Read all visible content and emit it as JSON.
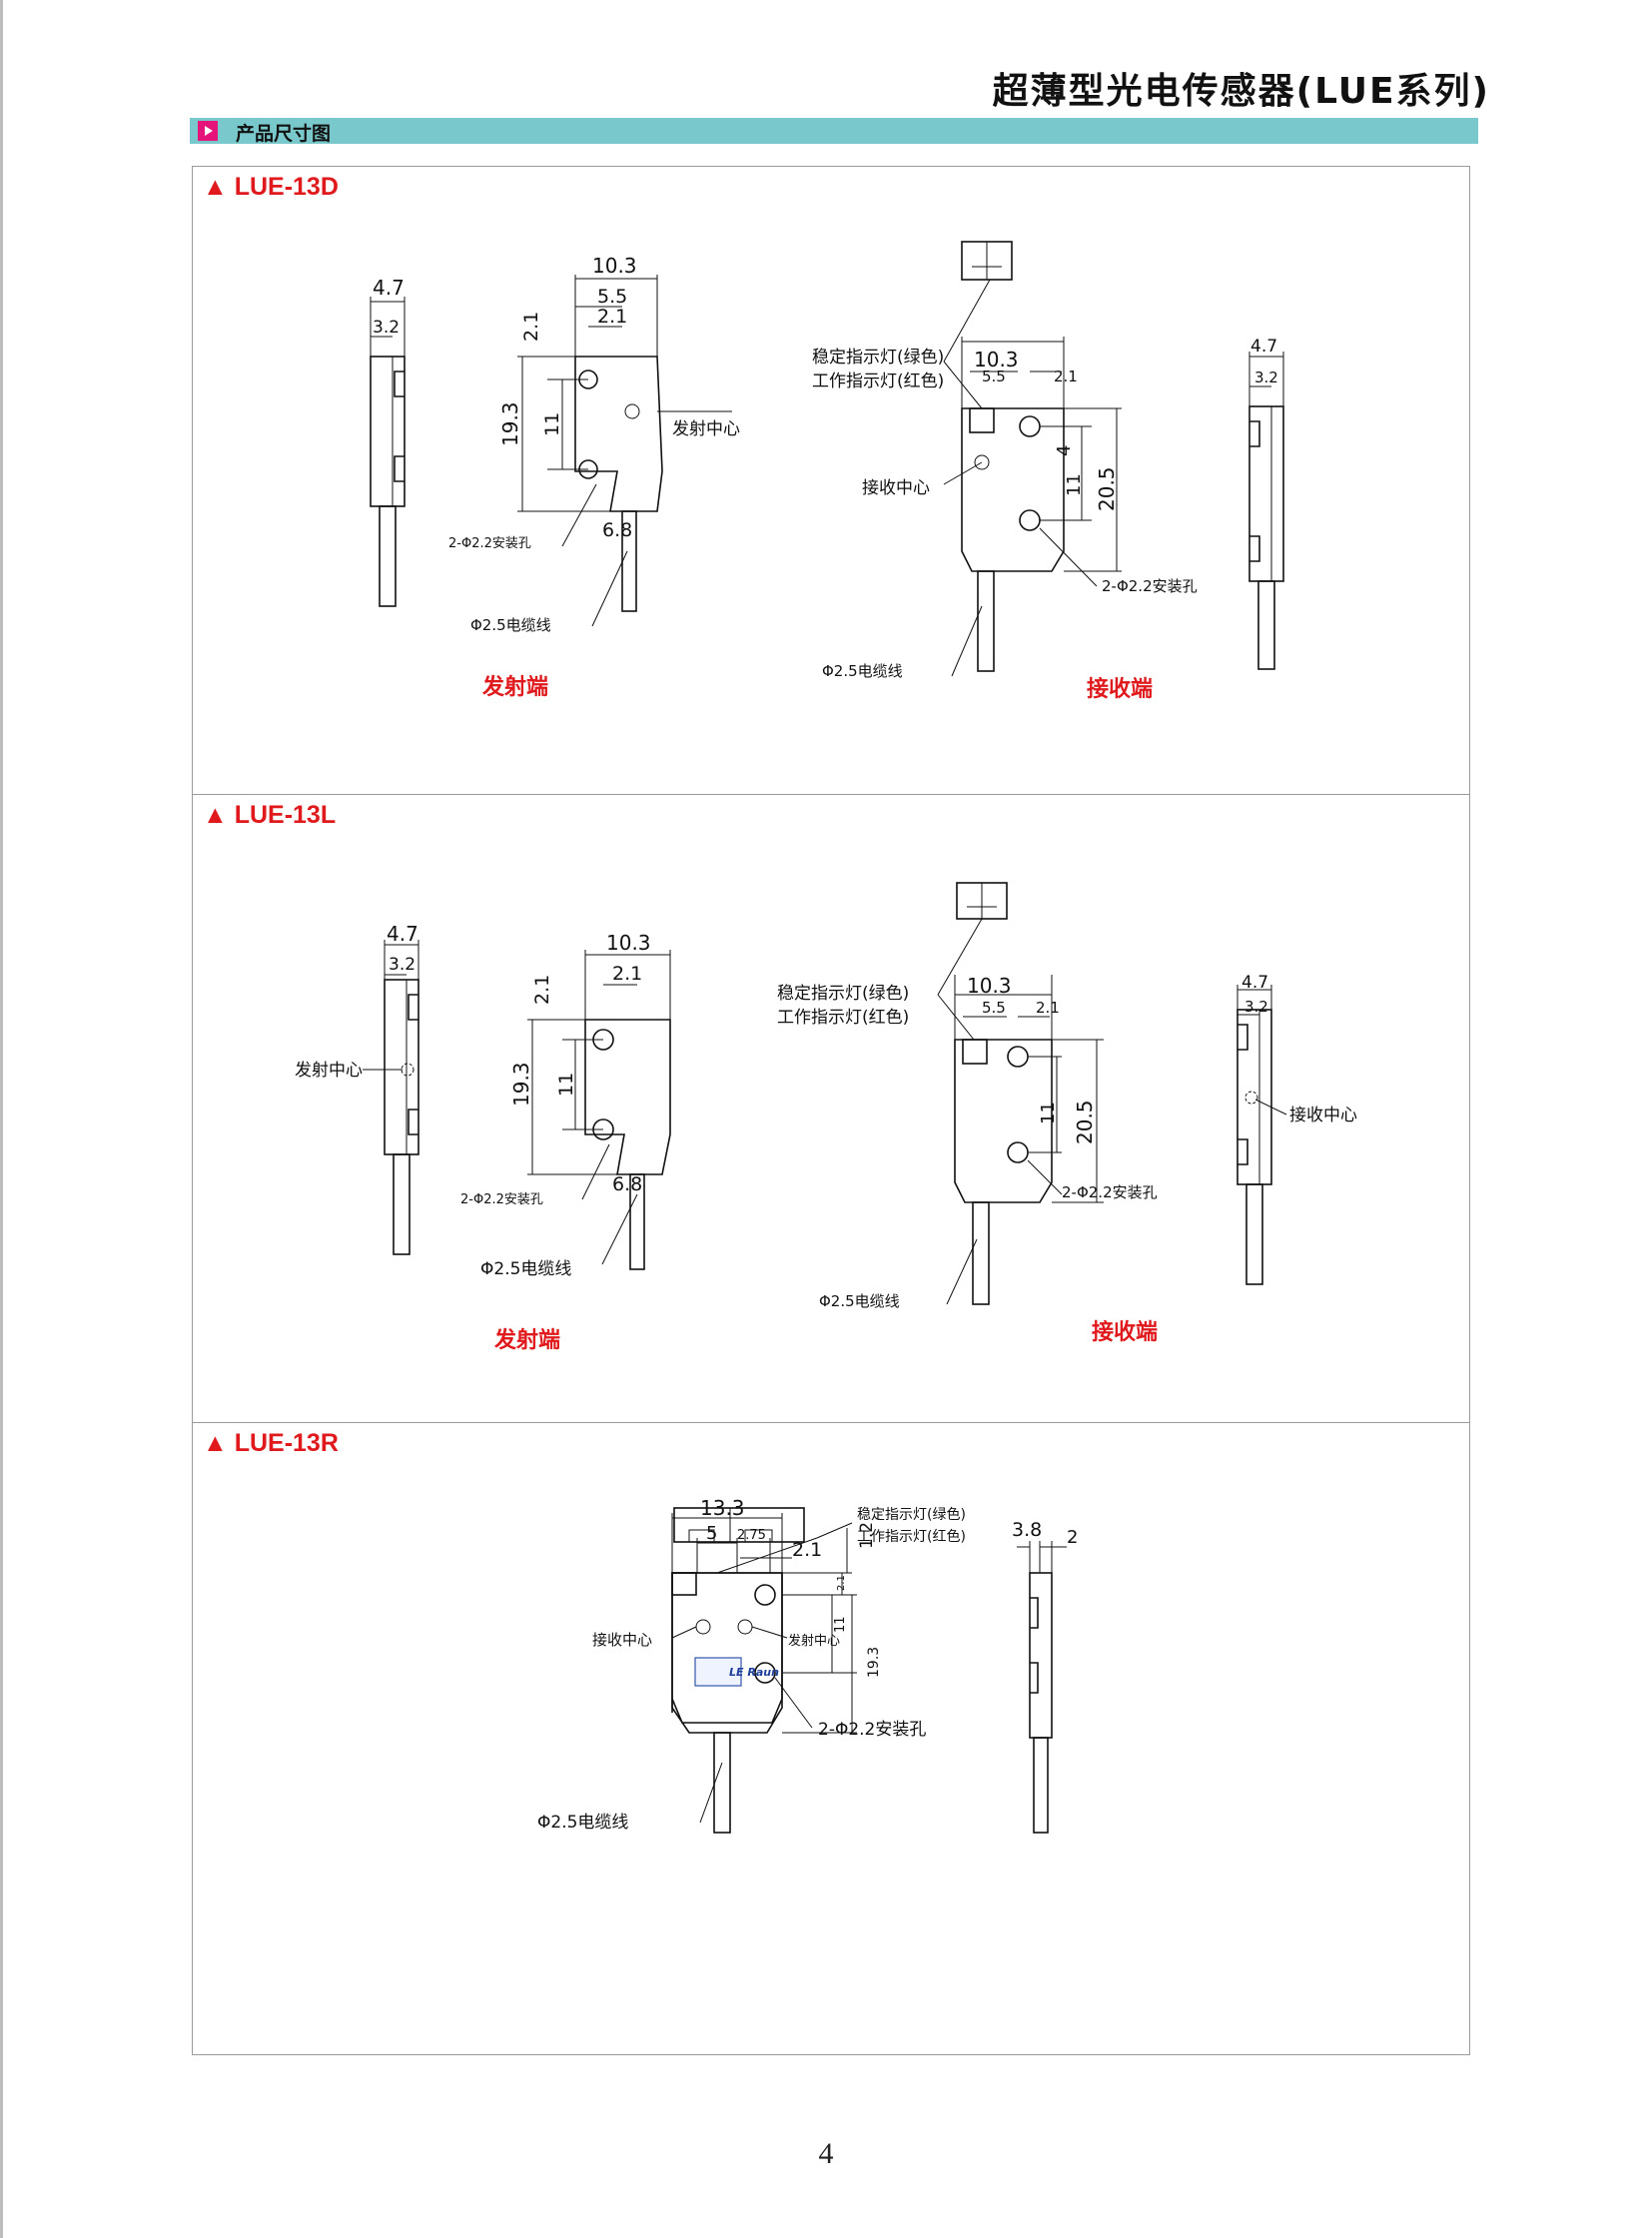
{
  "header": {
    "title": "超薄型光电传感器(LUE系列)"
  },
  "section": {
    "label": "产品尺寸图"
  },
  "panels": [
    {
      "model": "▲ LUE-13D",
      "emitter": {
        "caption": "发射端",
        "dims": {
          "thickness": "4.7",
          "inner": "3.2",
          "width": "10.3",
          "d55": "5.5",
          "d21a": "2.1",
          "d21b": "2.1",
          "height": "19.3",
          "hole_span": "11",
          "d68": "6.8"
        },
        "labels": {
          "center": "发射中心",
          "holes": "2-Φ2.2安装孔",
          "cable": "Φ2.5电缆线"
        }
      },
      "receiver": {
        "caption": "接收端",
        "dims": {
          "width": "10.3",
          "d55": "5.5",
          "d21": "2.1",
          "d4": "4",
          "hole_span": "11",
          "height": "20.5",
          "thickness": "4.7",
          "inner": "3.2"
        },
        "labels": {
          "led_green": "稳定指示灯(绿色)",
          "led_red": "工作指示灯(红色)",
          "center": "接收中心",
          "holes": "2-Φ2.2安装孔",
          "cable": "Φ2.5电缆线"
        }
      }
    },
    {
      "model": "▲ LUE-13L",
      "emitter": {
        "caption": "发射端",
        "dims": {
          "thickness": "4.7",
          "inner": "3.2",
          "width": "10.3",
          "d21a": "2.1",
          "d21b": "2.1",
          "height": "19.3",
          "hole_span": "11",
          "d68": "6.8"
        },
        "labels": {
          "center": "发射中心",
          "holes": "2-Φ2.2安装孔",
          "cable": "Φ2.5电缆线"
        }
      },
      "receiver": {
        "caption": "接收端",
        "dims": {
          "width": "10.3",
          "d55": "5.5",
          "d21": "2.1",
          "hole_span": "11",
          "height": "20.5",
          "thickness": "4.7",
          "inner": "3.2"
        },
        "labels": {
          "led_green": "稳定指示灯(绿色)",
          "led_red": "工作指示灯(红色)",
          "center": "接收中心",
          "holes": "2-Φ2.2安装孔",
          "cable": "Φ2.5电缆线"
        }
      }
    },
    {
      "model": "▲ LUE-13R",
      "unit": {
        "dims": {
          "width": "13.3",
          "d5": "5",
          "d275": "2.75",
          "d21": "2.1",
          "d12": "1.2",
          "d21v": "2.1",
          "hole_span": "11",
          "height": "19.3",
          "thickness": "3.8",
          "inner": "2"
        },
        "labels": {
          "led_green": "稳定指示灯(绿色)",
          "led_red": "工作指示灯(红色)",
          "rx_center": "接收中心",
          "tx_center": "发射中心",
          "holes": "2-Φ2.2安装孔",
          "cable": "Φ2.5电缆线",
          "logo": "LE Raun"
        }
      }
    }
  ],
  "footer": {
    "page_number": "4"
  }
}
